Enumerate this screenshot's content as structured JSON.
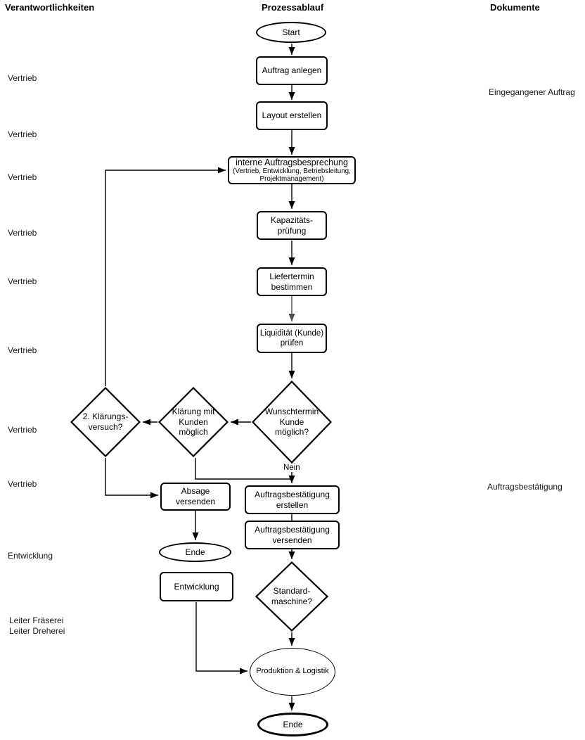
{
  "header": {
    "responsibilities": "Verantwortlichkeiten",
    "process": "Prozessablauf",
    "documents": "Dokumente"
  },
  "responsibility_labels": [
    "Vertrieb",
    "Vertrieb",
    "Vertrieb",
    "Vertrieb",
    "Vertrieb",
    "Vertrieb",
    "Vertrieb",
    "Vertrieb",
    "Entwicklung",
    "Leiter Fräserei",
    "Leiter Dreherei"
  ],
  "document_labels": [
    "Eingegangener Auftrag",
    "Auftragsbestätigung"
  ],
  "nodes": {
    "start": "Start",
    "auftrag_anlegen": "Auftrag anlegen",
    "layout_erstellen": "Layout erstellen",
    "interne_besprechung_line1": "interne Auftragsbesprechung",
    "interne_besprechung_line2": "(Vertrieb, Entwicklung, Betriebsleitung,",
    "interne_besprechung_line3": "Projektmanagement)",
    "kapazitaetspruefung": "Kapazitäts-\nprüfung",
    "liefertermin_bestimmen": "Liefertermin\nbestimmen",
    "liquiditaet_pruefen": "Liquidität (Kunde)\nprüfen",
    "wunschtermin_moeglich": "Wunschtermin\nKunde\nmöglich?",
    "klaerung_mit_kunden": "Klärung mit\nKunden\nmöglich",
    "zweiter_klaerungsversuch": "2. Klärungs-\nversuch?",
    "absage_versenden": "Absage\nversenden",
    "ende_links": "Ende",
    "auftragsbestaetigung_erstellen": "Auftragsbestätigung\nerstellen",
    "auftragsbestaetigung_versenden": "Auftragsbestätigung\nversenden",
    "standardmaschine": "Standard-\nmaschine?",
    "entwicklung": "Entwicklung",
    "produktion_logistik": "Produktion & Logistik",
    "ende_unten": "Ende"
  },
  "edge_labels": {
    "nein": "Nein"
  },
  "colors": {
    "stroke": "#000000",
    "gray_connector": "#4d4d4d",
    "background": "#ffffff"
  }
}
